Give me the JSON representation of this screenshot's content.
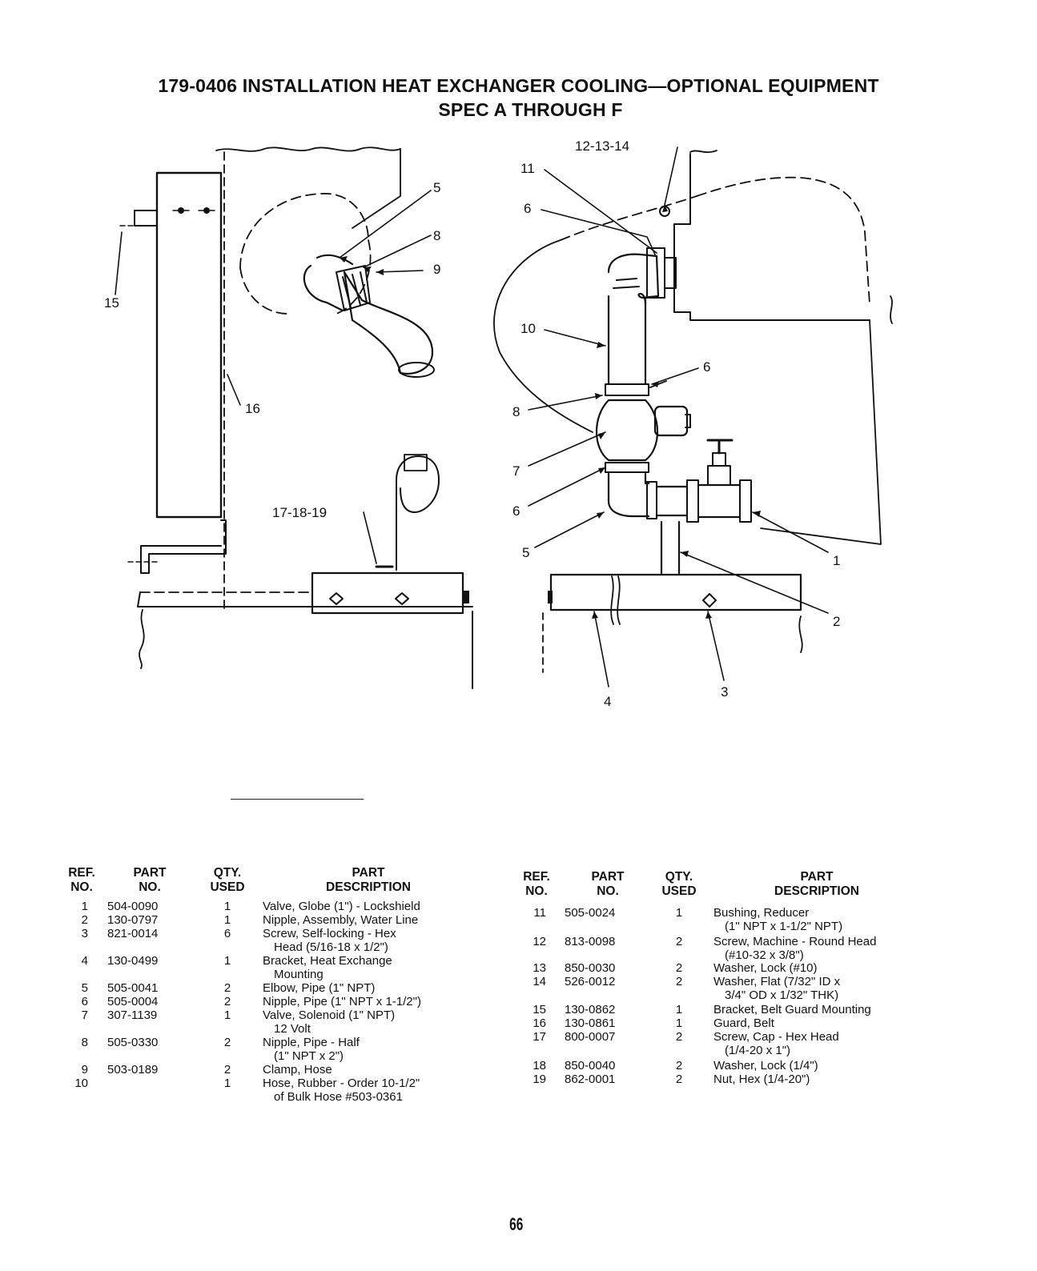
{
  "title_line1": "179-0406 INSTALLATION HEAT EXCHANGER COOLING—OPTIONAL EQUIPMENT",
  "title_line2": "SPEC A THROUGH F",
  "diagram_callouts": {
    "c5a": "5",
    "c8a": "8",
    "c9": "9",
    "c15": "15",
    "c16": "16",
    "c171819": "17-18-19",
    "c121314": "12-13-14",
    "c11": "11",
    "c6a": "6",
    "c10": "10",
    "c6b": "6",
    "c8b": "8",
    "c7": "7",
    "c6c": "6",
    "c5b": "5",
    "c1": "1",
    "c2": "2",
    "c3": "3",
    "c4": "4"
  },
  "table_headers": {
    "ref": [
      "REF.",
      "NO."
    ],
    "part": [
      "PART",
      "NO."
    ],
    "qty": [
      "QTY.",
      "USED"
    ],
    "desc": [
      "PART",
      "DESCRIPTION"
    ]
  },
  "parts_left": [
    {
      "ref": "1",
      "part": "504-0090",
      "qty": "1",
      "desc": [
        "Valve, Globe (1\") - Lockshield"
      ]
    },
    {
      "ref": "2",
      "part": "130-0797",
      "qty": "1",
      "desc": [
        "Nipple, Assembly, Water Line"
      ]
    },
    {
      "ref": "3",
      "part": "821-0014",
      "qty": "6",
      "desc": [
        "Screw, Self-locking - Hex",
        "Head (5/16-18 x 1/2\")"
      ]
    },
    {
      "ref": "4",
      "part": "130-0499",
      "qty": "1",
      "desc": [
        "Bracket, Heat Exchange",
        "Mounting"
      ]
    },
    {
      "ref": "5",
      "part": "505-0041",
      "qty": "2",
      "desc": [
        "Elbow, Pipe (1\" NPT)"
      ]
    },
    {
      "ref": "6",
      "part": "505-0004",
      "qty": "2",
      "desc": [
        "Nipple, Pipe (1\" NPT x 1-1/2\")"
      ]
    },
    {
      "ref": "7",
      "part": "307-1139",
      "qty": "1",
      "desc": [
        "Valve, Solenoid (1\" NPT)",
        "12 Volt"
      ]
    },
    {
      "ref": "8",
      "part": "505-0330",
      "qty": "2",
      "desc": [
        "Nipple, Pipe - Half",
        "(1\" NPT x 2\")"
      ]
    },
    {
      "ref": "9",
      "part": "503-0189",
      "qty": "2",
      "desc": [
        "Clamp, Hose"
      ]
    },
    {
      "ref": "10",
      "part": "",
      "qty": "1",
      "desc": [
        "Hose, Rubber - Order 10-1/2\"",
        "of Bulk Hose #503-0361"
      ]
    }
  ],
  "parts_right": [
    {
      "ref": "11",
      "part": "505-0024",
      "qty": "1",
      "desc": [
        "Bushing, Reducer",
        "(1\" NPT x 1-1/2\" NPT)"
      ]
    },
    {
      "ref": "12",
      "part": "813-0098",
      "qty": "2",
      "desc": [
        "Screw, Machine - Round Head",
        "(#10-32 x 3/8\")"
      ]
    },
    {
      "ref": "13",
      "part": "850-0030",
      "qty": "2",
      "desc": [
        "Washer, Lock (#10)"
      ]
    },
    {
      "ref": "14",
      "part": "526-0012",
      "qty": "2",
      "desc": [
        "Washer, Flat (7/32\" ID x",
        "3/4\" OD x 1/32\" THK)"
      ]
    },
    {
      "ref": "15",
      "part": "130-0862",
      "qty": "1",
      "desc": [
        "Bracket, Belt Guard Mounting"
      ]
    },
    {
      "ref": "16",
      "part": "130-0861",
      "qty": "1",
      "desc": [
        "Guard, Belt"
      ]
    },
    {
      "ref": "17",
      "part": "800-0007",
      "qty": "2",
      "desc": [
        "Screw, Cap - Hex Head",
        "(1/4-20 x 1\")"
      ]
    },
    {
      "ref": "18",
      "part": "850-0040",
      "qty": "2",
      "desc": [
        "Washer, Lock (1/4\")"
      ]
    },
    {
      "ref": "19",
      "part": "862-0001",
      "qty": "2",
      "desc": [
        "Nut, Hex (1/4-20\")"
      ]
    }
  ],
  "page_number": "66"
}
